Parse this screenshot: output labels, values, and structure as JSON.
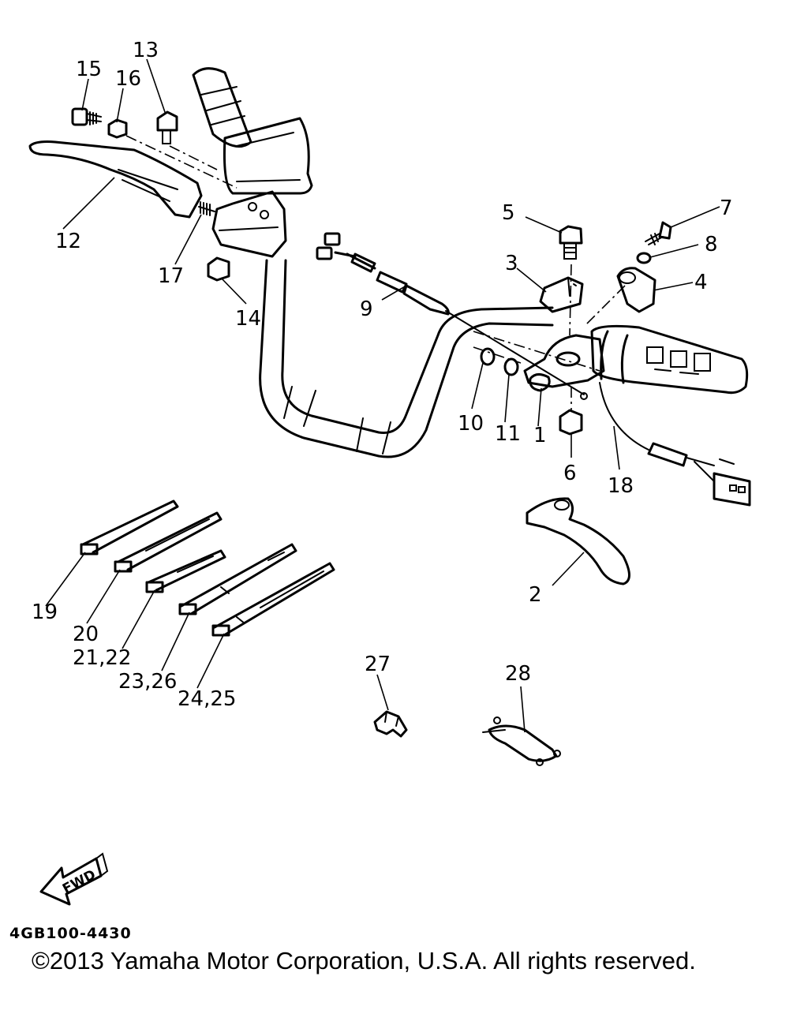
{
  "diagram": {
    "callouts": [
      {
        "id": "c1",
        "text": "1"
      },
      {
        "id": "c2",
        "text": "2"
      },
      {
        "id": "c3",
        "text": "3"
      },
      {
        "id": "c4",
        "text": "4"
      },
      {
        "id": "c5",
        "text": "5"
      },
      {
        "id": "c6",
        "text": "6"
      },
      {
        "id": "c7",
        "text": "7"
      },
      {
        "id": "c8",
        "text": "8"
      },
      {
        "id": "c9",
        "text": "9"
      },
      {
        "id": "c10",
        "text": "10"
      },
      {
        "id": "c11",
        "text": "11"
      },
      {
        "id": "c12",
        "text": "12"
      },
      {
        "id": "c13",
        "text": "13"
      },
      {
        "id": "c14",
        "text": "14"
      },
      {
        "id": "c15",
        "text": "15"
      },
      {
        "id": "c16",
        "text": "16"
      },
      {
        "id": "c17",
        "text": "17"
      },
      {
        "id": "c18",
        "text": "18"
      },
      {
        "id": "c19",
        "text": "19"
      },
      {
        "id": "c20",
        "text": "20"
      },
      {
        "id": "c21",
        "text": "21,22"
      },
      {
        "id": "c23",
        "text": "23,26"
      },
      {
        "id": "c24",
        "text": "24,25"
      },
      {
        "id": "c27",
        "text": "27"
      },
      {
        "id": "c28",
        "text": "28"
      }
    ],
    "fwd_arrow_label": "FWD",
    "diagram_code": "4GB100-4430",
    "copyright": "©2013 Yamaha Motor Corporation, U.S.A. All rights reserved."
  }
}
